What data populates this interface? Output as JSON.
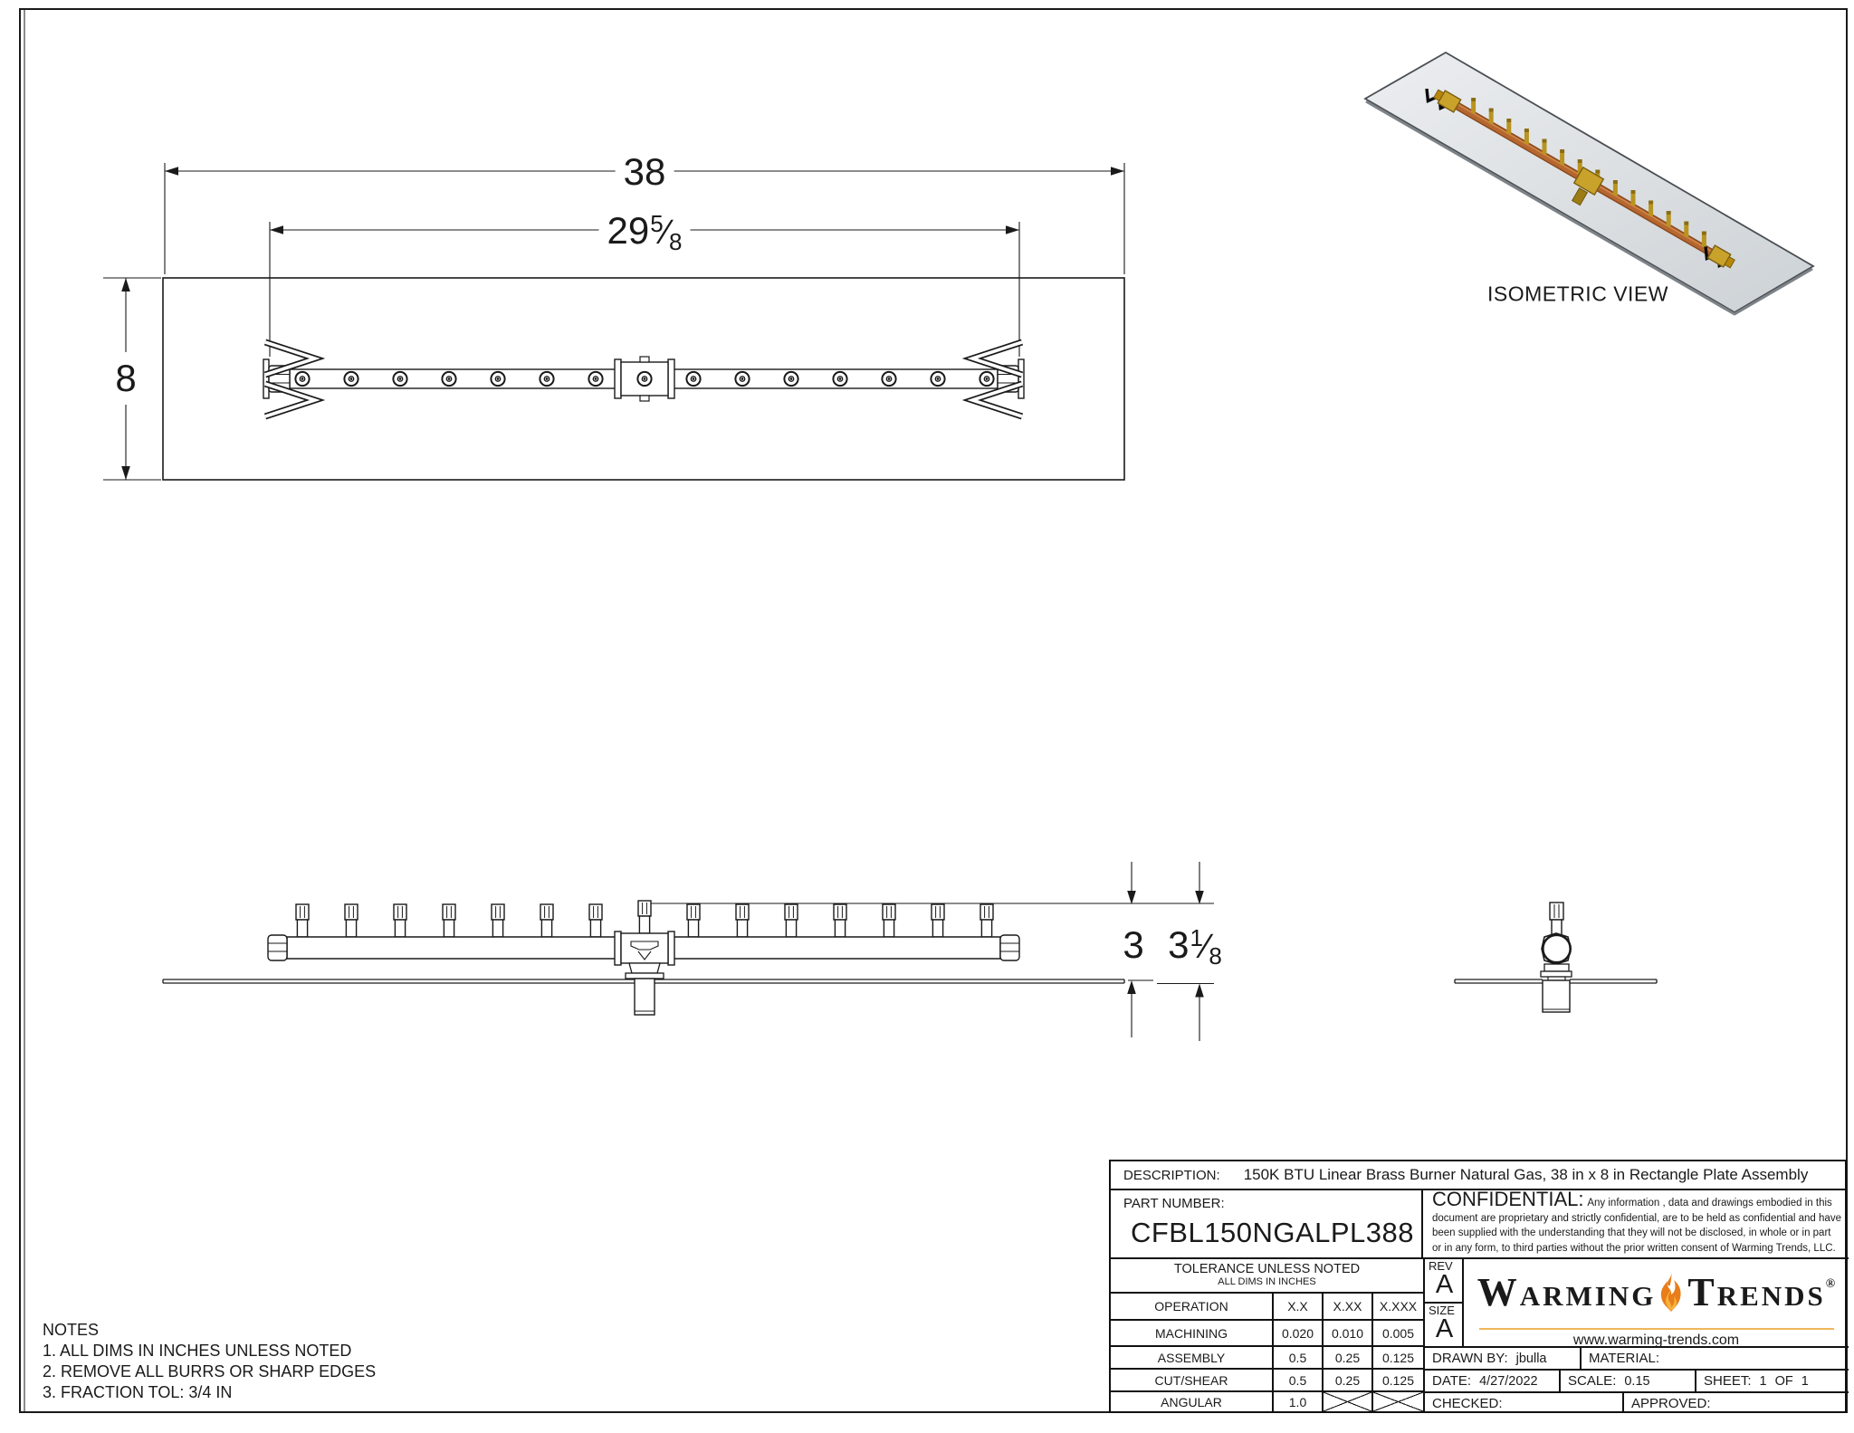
{
  "drawing": {
    "dims": {
      "plate_width": "38",
      "burner_length": {
        "whole": "29",
        "num": "5",
        "den": "8"
      },
      "plate_depth": "8",
      "height_to_plate": "3",
      "height_overall": {
        "whole": "3",
        "num": "1",
        "den": "8"
      },
      "frac_slash": "⁄"
    },
    "iso_label": "ISOMETRIC VIEW"
  },
  "notes": {
    "title": "NOTES",
    "items": [
      "1. ALL DIMS IN INCHES UNLESS NOTED",
      "2. REMOVE ALL BURRS OR SHARP EDGES",
      "3. FRACTION TOL: 3/4 IN"
    ]
  },
  "title_block": {
    "description_label": "DESCRIPTION:",
    "description": "150K BTU Linear Brass Burner Natural Gas, 38 in x 8 in Rectangle Plate Assembly",
    "part_number_label": "PART NUMBER:",
    "part_number": "CFBL150NGALPL388",
    "confidential_label": "CONFIDENTIAL:",
    "confidential_text": "Any information , data and drawings embodied in this document are proprietary and strictly confidential, are to be held as confidential and have been supplied with the understanding that they will not be disclosed, in whole or in part or in any form, to third parties without the prior written consent of Warming Trends, LLC.",
    "tolerance": {
      "title": "TOLERANCE UNLESS NOTED",
      "subtitle": "ALL DIMS IN INCHES",
      "columns": [
        "OPERATION",
        "X.X",
        "X.XX",
        "X.XXX"
      ],
      "rows": [
        [
          "MACHINING",
          "0.020",
          "0.010",
          "0.005"
        ],
        [
          "ASSEMBLY",
          "0.5",
          "0.25",
          "0.125"
        ],
        [
          "CUT/SHEAR",
          "0.5",
          "0.25",
          "0.125"
        ],
        [
          "ANGULAR",
          "1.0",
          "",
          ""
        ]
      ]
    },
    "rev_label": "REV",
    "rev": "A",
    "size_label": "SIZE",
    "size": "A",
    "brand": {
      "w": "W",
      "arming": "ARMING",
      "t": "T",
      "rends": "RENDS",
      "reg": "®",
      "website": "www.warming-trends.com",
      "flame_icon": "flame-icon"
    },
    "drawn_by_label": "DRAWN BY:",
    "drawn_by": "jbulla",
    "material_label": "MATERIAL:",
    "date_label": "DATE:",
    "date": "4/27/2022",
    "scale_label": "SCALE:",
    "scale": "0.15",
    "sheet_label": "SHEET:",
    "sheet_num": "1",
    "sheet_of": "OF",
    "sheet_total": "1",
    "checked_label": "CHECKED:",
    "approved_label": "APPROVED:"
  },
  "colors": {
    "line": "#1a1a1a",
    "flame_orange": "#e87d1a",
    "flame_light": "#f7b13c",
    "logo_underline": "#f0b75a",
    "plate_gray": "#dfe2e5",
    "pipe_copper": "#a85a28",
    "brass": "#c9a22b"
  }
}
